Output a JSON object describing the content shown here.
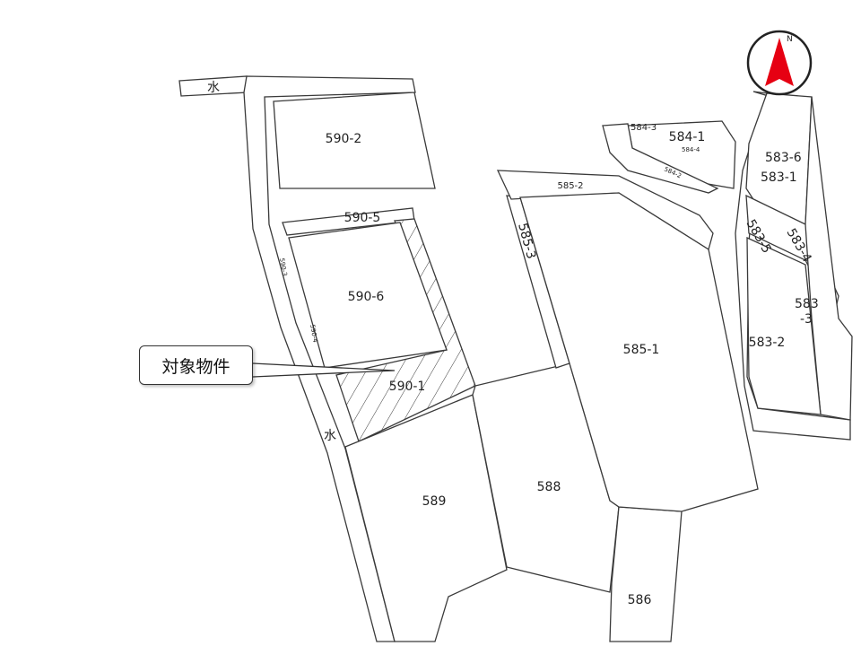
{
  "callout": {
    "label": "対象物件"
  },
  "compass": {
    "north_label": "N",
    "color": "#e60012"
  },
  "parcels": {
    "p590_2": "590-2",
    "p590_5": "590-5",
    "p590_6": "590-6",
    "p590_3": "590-3",
    "p590_4": "590-4",
    "p590_1": "590-1",
    "p589": "589",
    "p588": "588",
    "p586": "586",
    "p585_1": "585-1",
    "p585_2": "585-2",
    "p585_3": "585-3",
    "p584_3": "584-3",
    "p584_1": "584-1",
    "p584_4": "584-4",
    "p584_2": "584-2",
    "p583_6": "583-6",
    "p583_1": "583-1",
    "p583_5": "583-5",
    "p583_4": "583-4",
    "p583_3a": "583",
    "p583_3b": "-3",
    "p583_2": "583-2"
  },
  "water": {
    "top": "水",
    "mid": "水"
  }
}
